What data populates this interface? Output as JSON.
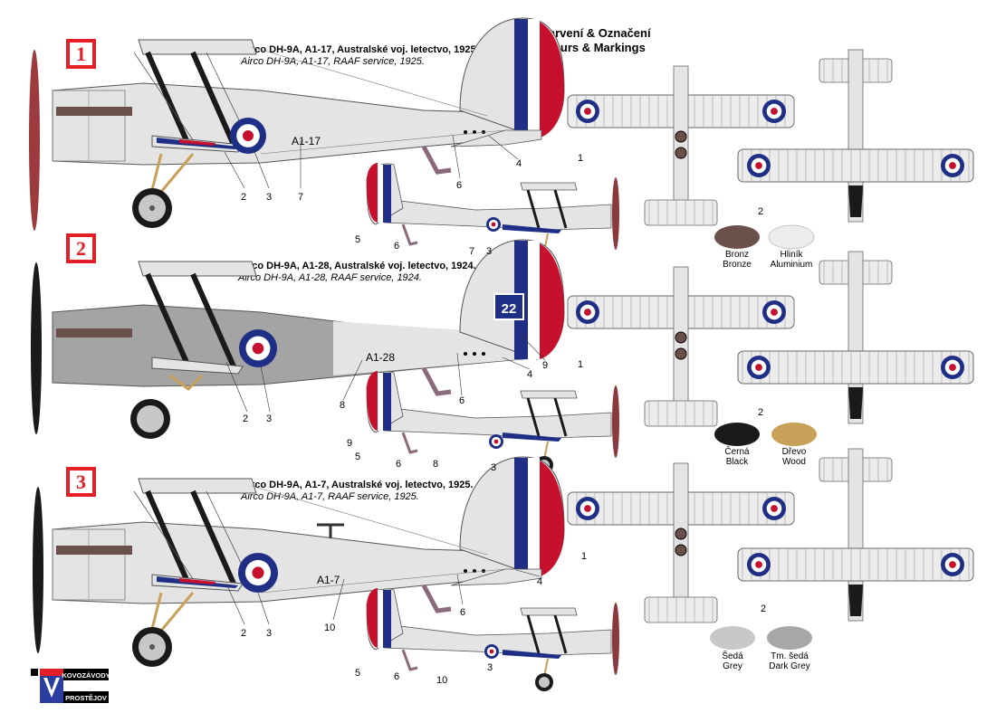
{
  "header": {
    "line1": "Zbarvení & Označení",
    "line2": "Colours & Markings"
  },
  "schemes": [
    {
      "number": "1",
      "title_cz": "Airco DH-9A, A1-17, Australské voj. letectvo, 1925.",
      "title_en": "Airco DH-9A, A1-17, RAAF service, 1925.",
      "serial": "A1-17",
      "tail_number": ""
    },
    {
      "number": "2",
      "title_cz": "Airco DH-9A, A1-28, Australské voj. letectvo, 1924.",
      "title_en": "Airco DH-9A, A1-28, RAAF service, 1924.",
      "serial": "A1-28",
      "tail_number": "22"
    },
    {
      "number": "3",
      "title_cz": "Airco DH-9A, A1-7, Australské voj. letectvo, 1925.",
      "title_en": "Airco DH-9A, A1-7, RAAF service, 1925.",
      "serial": "A1-7",
      "tail_number": ""
    }
  ],
  "callouts": {
    "s1_main": [
      "2",
      "3",
      "7",
      "6",
      "4"
    ],
    "s1_small": [
      "5",
      "6",
      "7",
      "3"
    ],
    "s1_plan": [
      "1",
      "2"
    ],
    "s2_main": [
      "2",
      "3",
      "8",
      "6",
      "4",
      "9"
    ],
    "s2_small": [
      "9",
      "5",
      "6",
      "8",
      "3"
    ],
    "s2_plan": [
      "1",
      "2"
    ],
    "s3_main": [
      "2",
      "3",
      "10",
      "6",
      "4"
    ],
    "s3_small": [
      "5",
      "6",
      "10",
      "3"
    ],
    "s3_plan": [
      "1",
      "2"
    ]
  },
  "swatches": [
    {
      "cz": "Bronz",
      "en": "Bronze",
      "color": "#6b4f4a"
    },
    {
      "cz": "Hliník",
      "en": "Aluminium",
      "color": "#ececec"
    },
    {
      "cz": "Černá",
      "en": "Black",
      "color": "#1a1a1a"
    },
    {
      "cz": "Dřevo",
      "en": "Wood",
      "color": "#c9a05a"
    },
    {
      "cz": "Šedá",
      "en": "Grey",
      "color": "#c8c8c8"
    },
    {
      "cz": "Tm. šedá",
      "en": "Dark Grey",
      "color": "#a8a8a8"
    }
  ],
  "colors": {
    "roundel_blue": "#1f2f86",
    "roundel_red": "#c6102e",
    "badge_red": "#e41e26",
    "aluminium": "#e4e4e4",
    "dark_grey": "#a4a4a4"
  },
  "logo": {
    "line1": "KOVOZÁVODY",
    "line2": "PROSTĚJOV"
  }
}
